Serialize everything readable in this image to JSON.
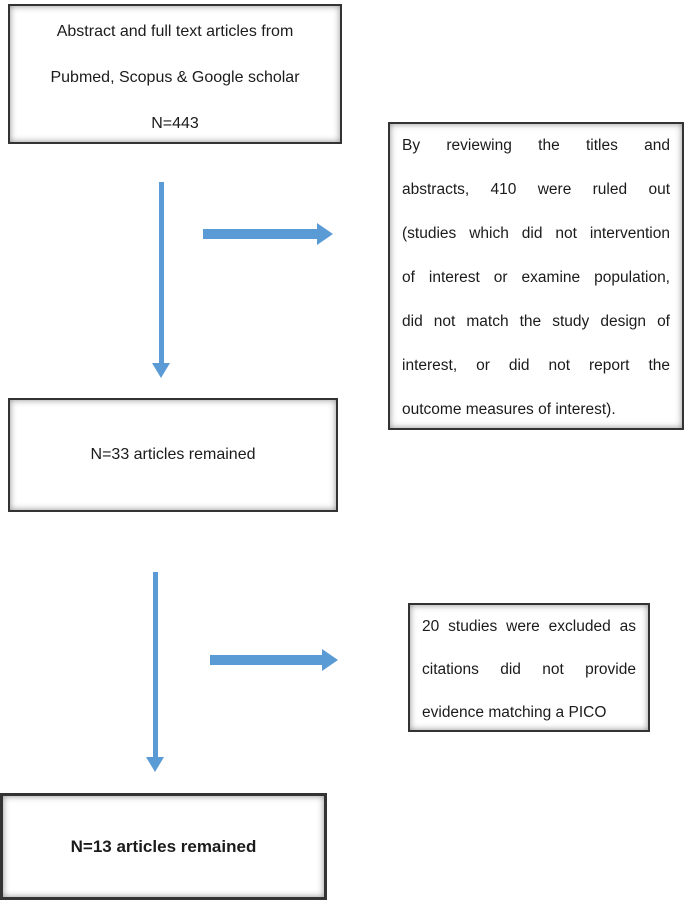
{
  "colors": {
    "arrow": "#5B9BD5",
    "box_border": "#333333",
    "text": "#1b1b1b"
  },
  "flowchart": {
    "source_box": {
      "lines": [
        "Abstract and full text articles from",
        "Pubmed, Scopus & Google scholar",
        "N=443"
      ],
      "n": 443
    },
    "exclusion_box_1": {
      "lines": [
        "By reviewing the titles and",
        "abstracts, 410 were ruled out",
        "(studies which did not intervention",
        "of interest or examine population,",
        "did not match the study design of",
        "interest, or did not report the",
        "outcome measures of interest)."
      ],
      "n_excluded": 410
    },
    "remained_box_1": {
      "label": "N=33 articles remained",
      "n": 33
    },
    "exclusion_box_2": {
      "lines": [
        "20 studies were excluded as",
        "citations did not provide",
        "evidence matching a PICO"
      ],
      "n_excluded": 20
    },
    "remained_box_2": {
      "label": "N=13 articles remained",
      "n": 13
    }
  }
}
